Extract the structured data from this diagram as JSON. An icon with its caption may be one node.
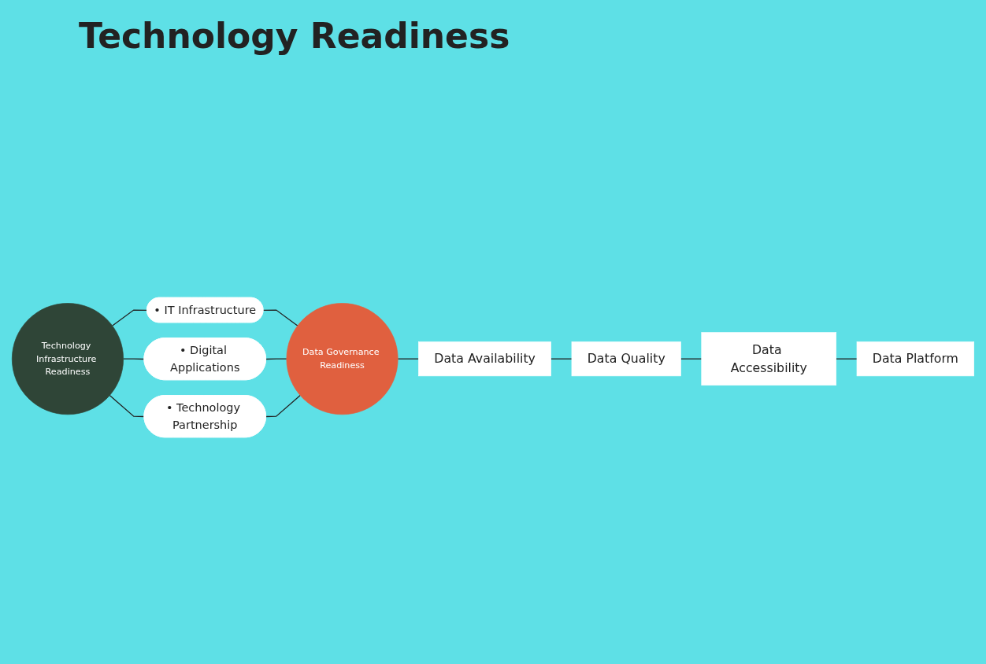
{
  "diagram": {
    "title": "Technology Readiness",
    "nodes": [
      {
        "text": [
          "Technology Infrastructure Readiness"
        ]
      },
      {
        "text": [
          "• IT Infrastructure"
        ]
      },
      {
        "text": [
          "• Digital Applications"
        ]
      },
      {
        "text": [
          "• Technology Partnership"
        ]
      },
      {
        "text": [
          "Data Governance Readiness"
        ]
      },
      {
        "text": [
          "Data Accessibility"
        ]
      },
      {
        "text": [
          "Data Quality"
        ]
      },
      {
        "text": [
          "Data Availability"
        ]
      },
      {
        "text": [
          "Data Platform"
        ]
      }
    ],
    "edges": [
      {
        "from": 0,
        "to": 1,
        "arrow": "none"
      },
      {
        "from": 0,
        "to": 2,
        "arrow": "none"
      },
      {
        "from": 0,
        "to": 3,
        "arrow": "none"
      },
      {
        "from": 1,
        "to": 4,
        "arrow": "none"
      },
      {
        "from": 2,
        "to": 4,
        "arrow": "none"
      },
      {
        "from": 3,
        "to": 4,
        "arrow": "none"
      },
      {
        "from": 4,
        "to": 7,
        "arrow": "none"
      },
      {
        "from": 7,
        "to": 6,
        "arrow": "none"
      },
      {
        "from": 6,
        "to": 5,
        "arrow": "none"
      },
      {
        "from": 5,
        "to": 8,
        "arrow": "none"
      }
    ]
  }
}
